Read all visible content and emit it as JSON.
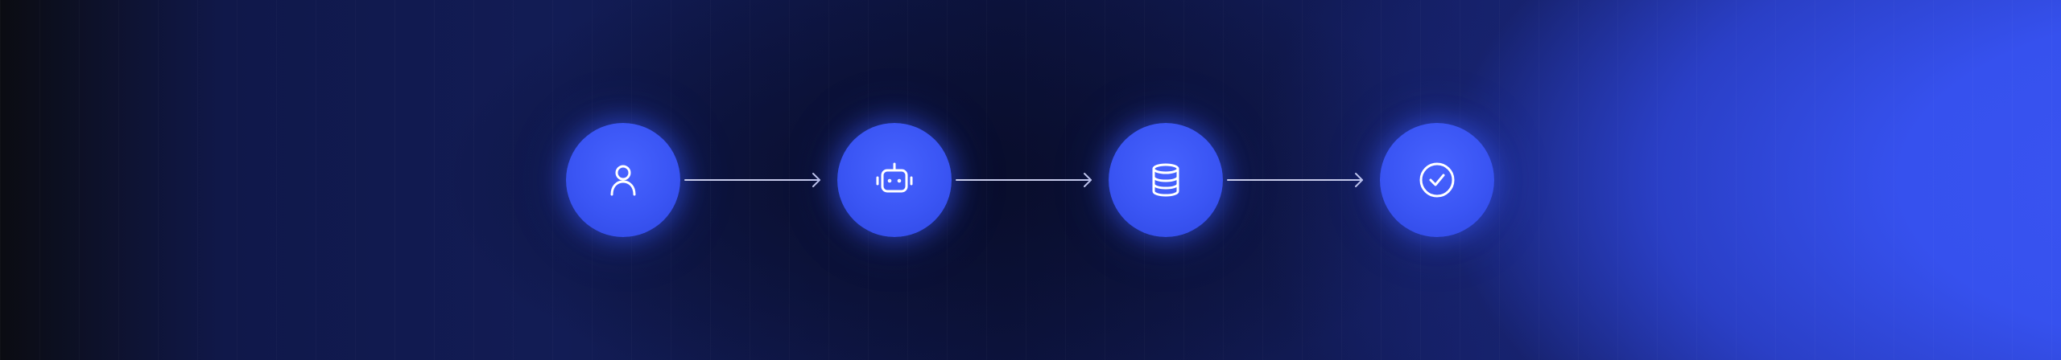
{
  "diagram": {
    "type": "flow",
    "nodes": [
      {
        "id": "user",
        "icon": "user-icon"
      },
      {
        "id": "bot",
        "icon": "robot-icon"
      },
      {
        "id": "database",
        "icon": "database-icon"
      },
      {
        "id": "done",
        "icon": "check-circle-icon"
      }
    ],
    "edges": [
      {
        "from": "user",
        "to": "bot"
      },
      {
        "from": "bot",
        "to": "database"
      },
      {
        "from": "database",
        "to": "done"
      }
    ],
    "colors": {
      "node_fill": "#3a55f4",
      "icon_stroke": "#ffffff",
      "connector": "#c8ccec"
    }
  }
}
